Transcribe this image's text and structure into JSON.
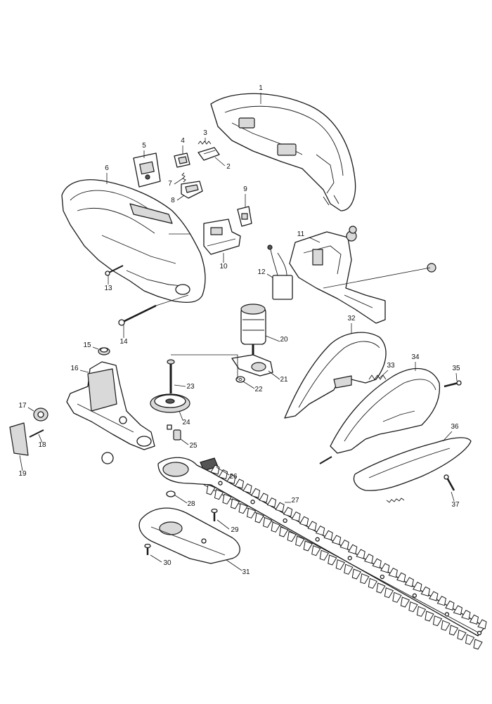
{
  "callouts": [
    {
      "id": "1",
      "label": "1"
    },
    {
      "id": "2",
      "label": "2"
    },
    {
      "id": "3",
      "label": "3"
    },
    {
      "id": "4",
      "label": "4"
    },
    {
      "id": "5",
      "label": "5"
    },
    {
      "id": "6",
      "label": "6"
    },
    {
      "id": "7",
      "label": "7"
    },
    {
      "id": "8",
      "label": "8"
    },
    {
      "id": "9",
      "label": "9"
    },
    {
      "id": "10",
      "label": "10"
    },
    {
      "id": "11",
      "label": "11"
    },
    {
      "id": "12",
      "label": "12"
    },
    {
      "id": "13",
      "label": "13"
    },
    {
      "id": "14",
      "label": "14"
    },
    {
      "id": "15",
      "label": "15"
    },
    {
      "id": "16",
      "label": "16"
    },
    {
      "id": "17",
      "label": "17"
    },
    {
      "id": "18",
      "label": "18"
    },
    {
      "id": "19",
      "label": "19"
    },
    {
      "id": "20",
      "label": "20"
    },
    {
      "id": "21",
      "label": "21"
    },
    {
      "id": "22",
      "label": "22"
    },
    {
      "id": "23",
      "label": "23"
    },
    {
      "id": "24",
      "label": "24"
    },
    {
      "id": "25",
      "label": "25"
    },
    {
      "id": "26",
      "label": "26"
    },
    {
      "id": "27",
      "label": "27"
    },
    {
      "id": "28",
      "label": "28"
    },
    {
      "id": "29",
      "label": "29"
    },
    {
      "id": "30",
      "label": "30"
    },
    {
      "id": "31",
      "label": "31"
    },
    {
      "id": "32",
      "label": "32"
    },
    {
      "id": "33",
      "label": "33"
    },
    {
      "id": "34",
      "label": "34"
    },
    {
      "id": "35",
      "label": "35"
    },
    {
      "id": "36",
      "label": "36"
    },
    {
      "id": "37",
      "label": "37"
    }
  ]
}
